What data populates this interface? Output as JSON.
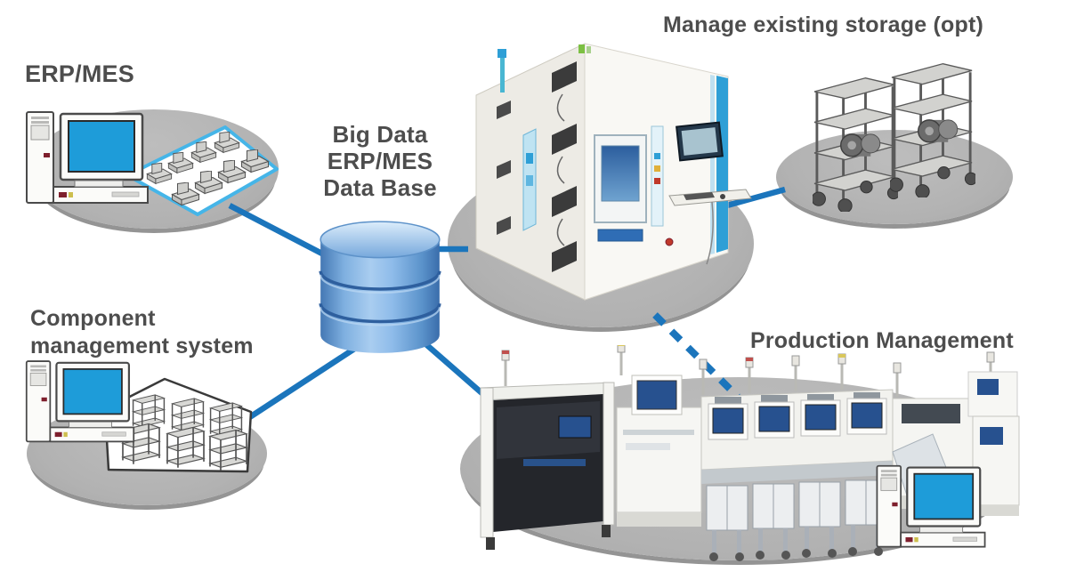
{
  "nodes": {
    "erp_mes": {
      "label": "ERP/MES"
    },
    "database": {
      "label_lines": [
        "Big Data",
        "ERP/MES",
        "Data Base"
      ]
    },
    "existing_storage": {
      "label": "Manage existing storage (opt)"
    },
    "storage_tower": {
      "label": ""
    },
    "component_management": {
      "label_lines": [
        "Component",
        "management system"
      ]
    },
    "production": {
      "label": "Production Management"
    }
  },
  "connections": [
    {
      "from": "erp_mes",
      "to": "database",
      "style": "solid"
    },
    {
      "from": "component_management",
      "to": "database",
      "style": "solid"
    },
    {
      "from": "database",
      "to": "storage_tower",
      "style": "solid"
    },
    {
      "from": "storage_tower",
      "to": "existing_storage",
      "style": "solid"
    },
    {
      "from": "database",
      "to": "production",
      "style": "solid"
    },
    {
      "from": "storage_tower",
      "to": "production",
      "style": "dashed"
    }
  ],
  "colors": {
    "connector_blue": "#1B75BC",
    "screen_blue": "#1E9CD9",
    "monitor_navy": "#27518F",
    "database_light": "#A9CDF0",
    "database_mid": "#5B9BD5",
    "database_dark": "#3A70B2",
    "platform_gray": "#B2B2B2",
    "platform_rim": "#949494",
    "label_gray": "#4D4D4D",
    "floorplan_blue": "#45B5E8"
  },
  "icons": {
    "database": "database-cylinder-icon",
    "desktop_computer": "desktop-computer-icon",
    "storage_tower": "storage-tower-machine-icon",
    "storage_carts": "shelf-cart-icon",
    "warehouse": "warehouse-racks-icon",
    "production_line": "smt-production-line-icon",
    "office": "office-workstations-icon"
  }
}
